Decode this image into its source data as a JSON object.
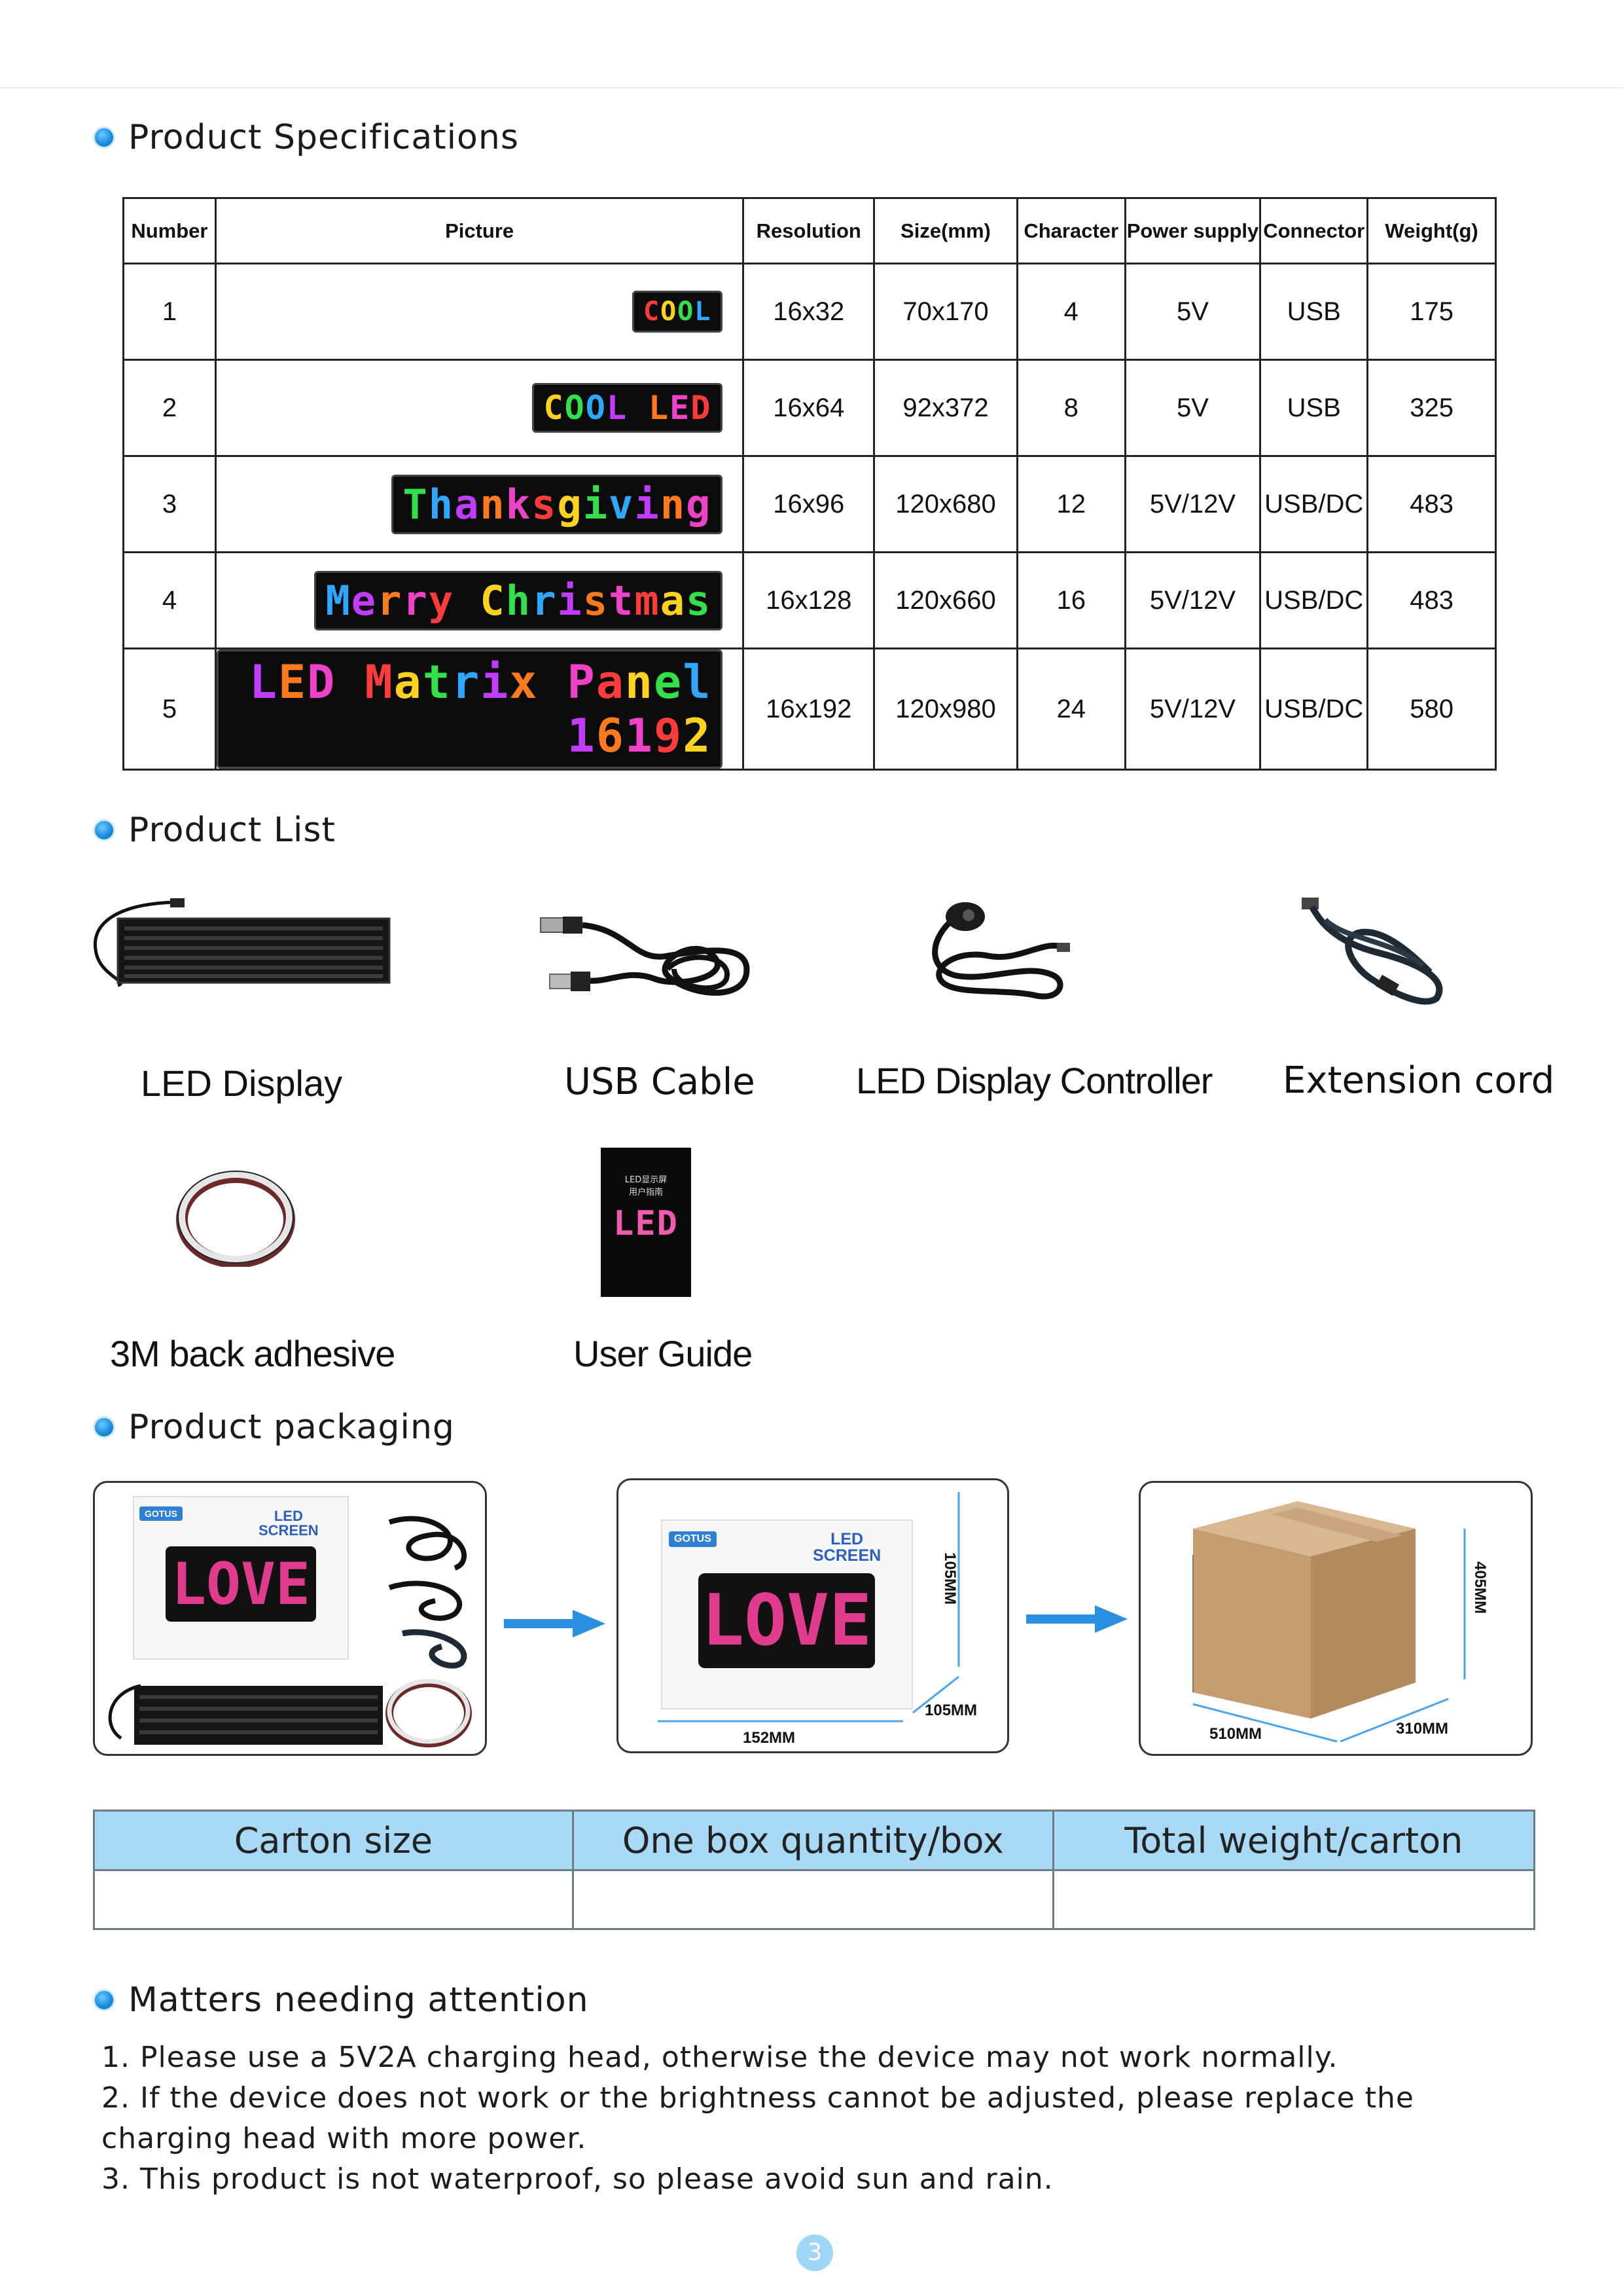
{
  "sections": {
    "specs": "Product Specifications",
    "list": "Product List",
    "packaging": "Product packaging",
    "attention": "Matters needing attention"
  },
  "spec_table": {
    "headers": [
      "Number",
      "Picture",
      "Resolution",
      "Size(mm)",
      "Character",
      "Power supply",
      "Connector",
      "Weight(g)"
    ],
    "rows": [
      {
        "number": "1",
        "led_text": "COOL",
        "resolution": "16x32",
        "size": "70x170",
        "character": "4",
        "power": "5V",
        "connector": "USB",
        "weight": "175"
      },
      {
        "number": "2",
        "led_text": "COOL LED",
        "resolution": "16x64",
        "size": "92x372",
        "character": "8",
        "power": "5V",
        "connector": "USB",
        "weight": "325"
      },
      {
        "number": "3",
        "led_text": "Thanksgiving",
        "resolution": "16x96",
        "size": "120x680",
        "character": "12",
        "power": "5V/12V",
        "connector": "USB/DC",
        "weight": "483"
      },
      {
        "number": "4",
        "led_text": "Merry Christmas",
        "resolution": "16x128",
        "size": "120x660",
        "character": "16",
        "power": "5V/12V",
        "connector": "USB/DC",
        "weight": "483"
      },
      {
        "number": "5",
        "led_text": "LED Matrix Panel 16192",
        "resolution": "16x192",
        "size": "120x980",
        "character": "24",
        "power": "5V/12V",
        "connector": "USB/DC",
        "weight": "580"
      }
    ]
  },
  "product_list": {
    "led_display": "LED Display",
    "usb_cable": "USB Cable",
    "controller": "LED Display Controller",
    "extension": "Extension cord",
    "adhesive": "3M back adhesive",
    "guide": "User Guide",
    "guide_cover_line1": "LED显示屏",
    "guide_cover_line2": "用户指南",
    "guide_cover_led": "LED"
  },
  "packaging": {
    "brand": "GOTUS",
    "box_title_line1": "LED",
    "box_title_line2": "SCREEN",
    "box_graphic_text": "LOVE",
    "dim_box_height": "105MM",
    "dim_box_depth": "105MM",
    "dim_box_width": "152MM",
    "dim_carton_height": "405MM",
    "dim_carton_width": "510MM",
    "dim_carton_depth": "310MM"
  },
  "carton_table": {
    "headers": [
      "Carton size",
      "One box quantity/box",
      "Total weight/carton"
    ]
  },
  "notes": [
    "1. Please use a 5V2A charging head, otherwise the device may not work normally.",
    "2. If the device does not work or the brightness cannot be adjusted, please replace the charging head with more power.",
    "3. This product is not waterproof, so please avoid sun and rain."
  ],
  "page_number": "3",
  "colors": {
    "accent": "#1b8ee0",
    "table_header_bg": "#a8d9f5",
    "cardboard": "#c9a57d"
  }
}
